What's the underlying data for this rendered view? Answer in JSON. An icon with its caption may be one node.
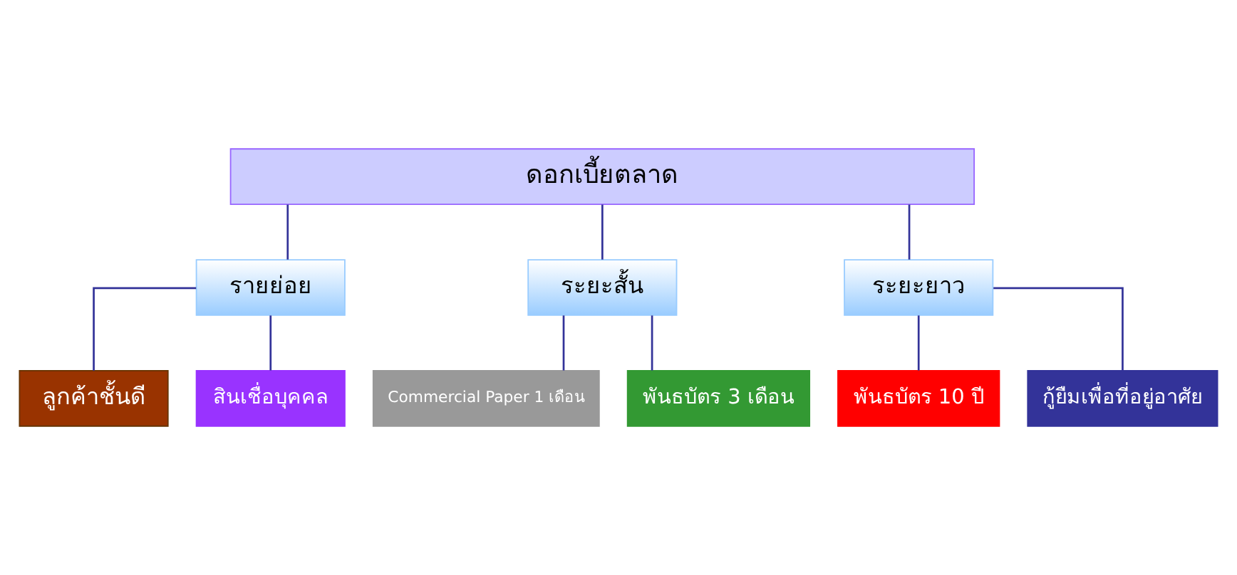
{
  "diagram": {
    "nodes": [
      {
        "text": [
          "ดอกเบี้ยตลาด"
        ]
      },
      {
        "text": [
          "รายย่อย"
        ]
      },
      {
        "text": [
          "ระยะสั้น"
        ]
      },
      {
        "text": [
          "ระยะยาว"
        ]
      },
      {
        "text": [
          "ลูกค้าชั้นดี"
        ]
      },
      {
        "text": [
          "สินเชื่อบุคคล"
        ]
      },
      {
        "text": [
          "Commercial Paper 1 เดือน"
        ]
      },
      {
        "text": [
          "พันธบัตร 3 เดือน"
        ]
      },
      {
        "text": [
          "พันธบัตร 10 ปี"
        ]
      },
      {
        "text": [
          "กู้ยืมเพื่อที่อยู่อาศัย"
        ]
      }
    ],
    "edges": [
      {
        "from": 0,
        "to": 1,
        "arrow": "none"
      },
      {
        "from": 0,
        "to": 2,
        "arrow": "none"
      },
      {
        "from": 0,
        "to": 3,
        "arrow": "none"
      },
      {
        "from": 1,
        "to": 4,
        "arrow": "none"
      },
      {
        "from": 1,
        "to": 5,
        "arrow": "none"
      },
      {
        "from": 2,
        "to": 6,
        "arrow": "none"
      },
      {
        "from": 2,
        "to": 7,
        "arrow": "none"
      },
      {
        "from": 3,
        "to": 8,
        "arrow": "none"
      },
      {
        "from": 3,
        "to": 9,
        "arrow": "none"
      }
    ]
  }
}
